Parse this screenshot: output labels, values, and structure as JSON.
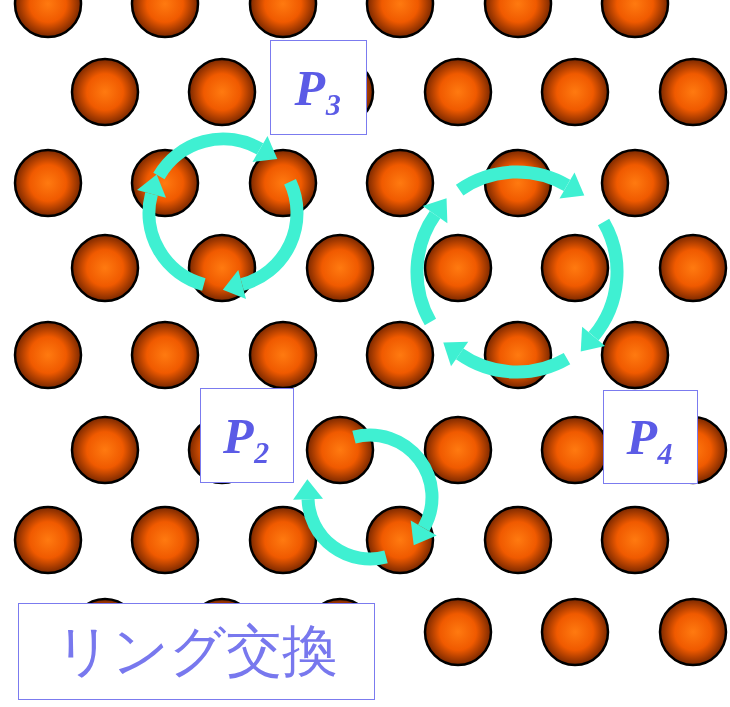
{
  "diagram": {
    "nodes": [
      {
        "text": [
          "P₃"
        ]
      },
      {
        "text": [
          "P₂"
        ]
      },
      {
        "text": [
          "P₄"
        ]
      },
      {
        "text": [
          "リング交換"
        ]
      }
    ]
  }
}
